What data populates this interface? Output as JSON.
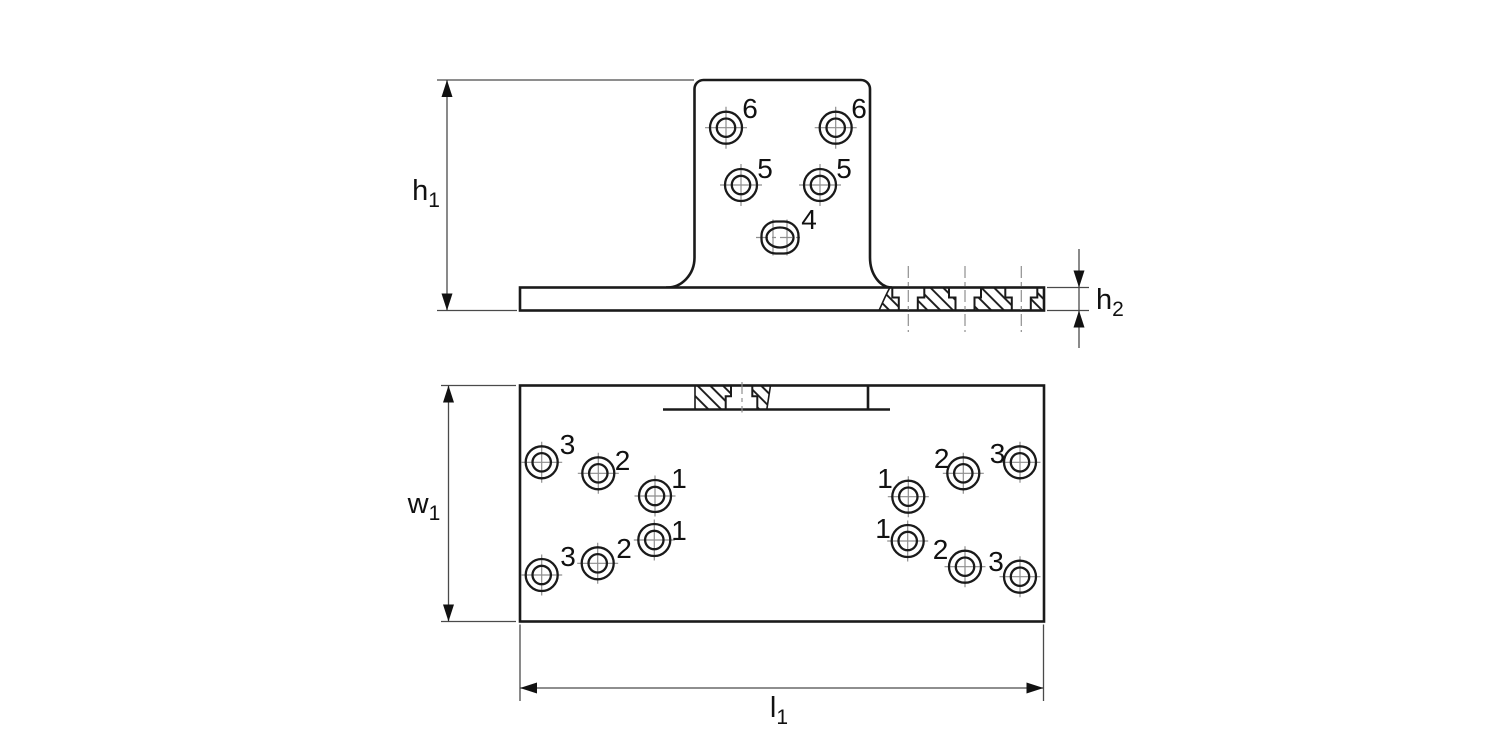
{
  "title": "Technical drawing - flanged bracket, front and plan views",
  "colors": {
    "line": "#1a1a1a",
    "dimension_line": "#4a4a4a",
    "centerline": "#8f8f8f",
    "background": "#ffffff"
  },
  "dimensions": {
    "h1": {
      "base": "h",
      "sub": "1"
    },
    "h2": {
      "base": "h",
      "sub": "2"
    },
    "w1": {
      "base": "w",
      "sub": "1"
    },
    "l1": {
      "base": "l",
      "sub": "1"
    }
  },
  "front_view": {
    "holes": [
      {
        "label": "6"
      },
      {
        "label": "6"
      },
      {
        "label": "5"
      },
      {
        "label": "5"
      },
      {
        "label": "4"
      }
    ]
  },
  "plan_view": {
    "holes_left": [
      {
        "label": "3"
      },
      {
        "label": "2"
      },
      {
        "label": "1"
      },
      {
        "label": "1"
      },
      {
        "label": "2"
      },
      {
        "label": "3"
      }
    ],
    "holes_right": [
      {
        "label": "1"
      },
      {
        "label": "2"
      },
      {
        "label": "3"
      },
      {
        "label": "1"
      },
      {
        "label": "2"
      },
      {
        "label": "3"
      }
    ]
  }
}
